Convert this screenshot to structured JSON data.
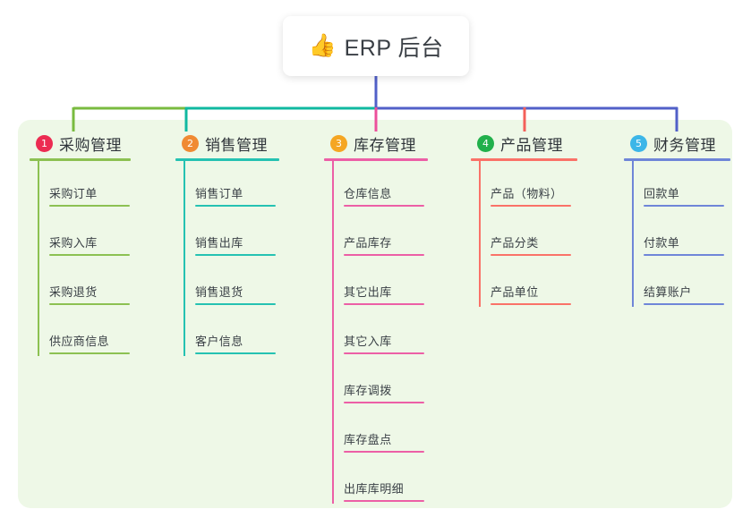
{
  "root": {
    "icon": "thumbs-up-icon",
    "emoji": "👍",
    "title": "ERP 后台"
  },
  "palette": {
    "panel_bg": "#eef8e7",
    "page_bg": "#ffffff",
    "root_stem": "#5160c8",
    "bar_green": "#79bb3f",
    "bar_teal": "#10b9a0",
    "bar_blue": "#5160c8"
  },
  "branches": [
    {
      "index": "1",
      "title": "采购管理",
      "badge_color": "#ec2c52",
      "line_color": "#8cc152",
      "stub_color": "#79bb3f",
      "items": [
        "采购订单",
        "采购入库",
        "采购退货",
        "供应商信息"
      ]
    },
    {
      "index": "2",
      "title": "销售管理",
      "badge_color": "#f08a33",
      "line_color": "#25c2b2",
      "stub_color": "#10b9a0",
      "items": [
        "销售订单",
        "销售出库",
        "销售退货",
        "客户信息"
      ]
    },
    {
      "index": "3",
      "title": "库存管理",
      "badge_color": "#f5a623",
      "line_color": "#ec5fa6",
      "stub_color": "#ec4f9b",
      "items": [
        "仓库信息",
        "产品库存",
        "其它出库",
        "其它入库",
        "库存调拨",
        "库存盘点",
        "出库库明细"
      ]
    },
    {
      "index": "4",
      "title": "产品管理",
      "badge_color": "#21b04b",
      "line_color": "#fa7268",
      "stub_color": "#f4605a",
      "items": [
        "产品（物料）",
        "产品分类",
        "产品单位"
      ]
    },
    {
      "index": "5",
      "title": "财务管理",
      "badge_color": "#3cb6e8",
      "line_color": "#6f86d8",
      "stub_color": "#5160c8",
      "items": [
        "回款单",
        "付款单",
        "结算账户"
      ]
    }
  ]
}
